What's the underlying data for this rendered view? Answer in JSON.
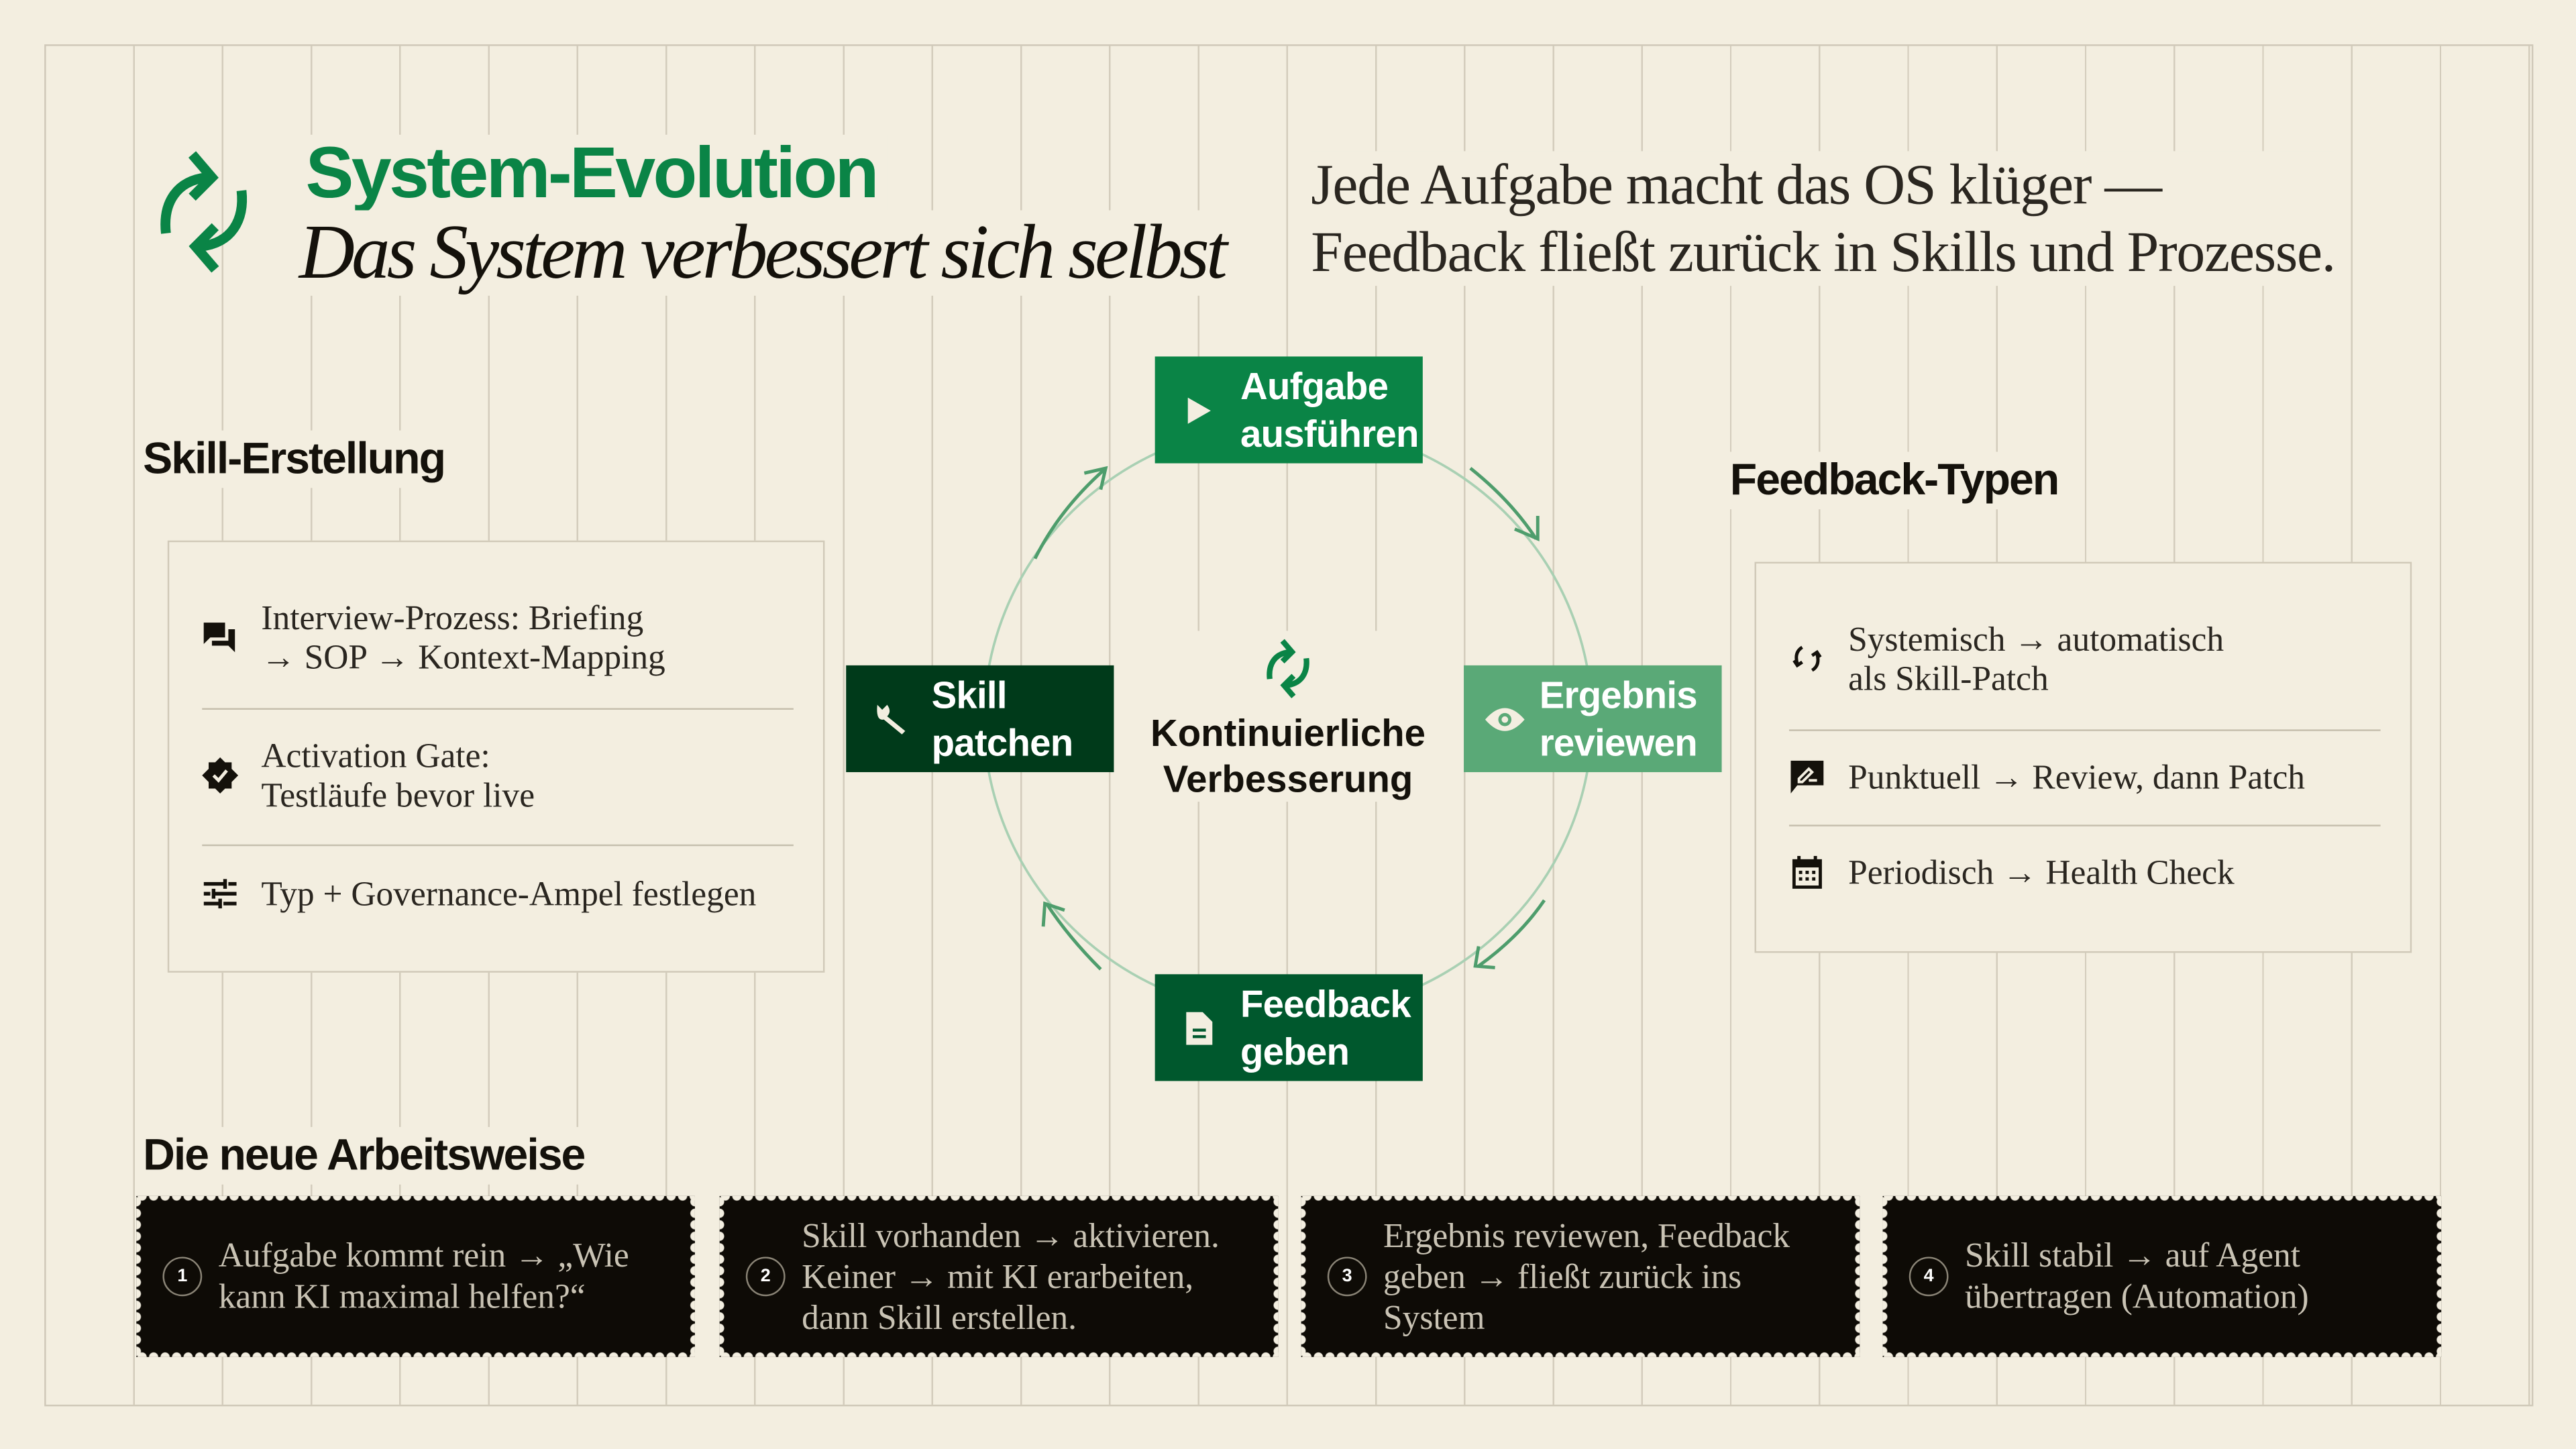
{
  "header": {
    "title": "System-Evolution",
    "subtitle": "Das System verbessert sich selbst",
    "quote_line1": "Jede Aufgabe macht das OS klüger —",
    "quote_line2": "Feedback fließt zurück in Skills und Prozesse.",
    "icon": "refresh-icon"
  },
  "skill_creation": {
    "heading": "Skill-Erstellung",
    "items": [
      {
        "icon": "forum-icon",
        "line1": "Interview-Prozess: Briefing",
        "line2": "→ SOP → Kontext-Mapping"
      },
      {
        "icon": "verified-icon",
        "line1": "Activation Gate:",
        "line2": "Testläufe bevor live"
      },
      {
        "icon": "tune-icon",
        "line1": "Typ + Governance-Ampel festlegen"
      }
    ]
  },
  "cycle": {
    "center_label1": "Kontinuierliche",
    "center_label2": "Verbesserung",
    "nodes": [
      {
        "line1": "Aufgabe",
        "line2": "ausführen",
        "icon": "play-icon",
        "color": "#0a8446"
      },
      {
        "line1": "Ergebnis",
        "line2": "reviewen",
        "icon": "eye-icon",
        "color": "#5aa977"
      },
      {
        "line1": "Feedback",
        "line2": "geben",
        "icon": "document-icon",
        "color": "#00582d"
      },
      {
        "line1": "Skill",
        "line2": "patchen",
        "icon": "wrench-icon",
        "color": "#003a1a"
      }
    ]
  },
  "feedback_types": {
    "heading": "Feedback-Typen",
    "items": [
      {
        "icon": "sync-icon",
        "line1": "Systemisch → automatisch",
        "line2": "als Skill-Patch"
      },
      {
        "icon": "rate-review-icon",
        "line1": "Punktuell → Review, dann Patch"
      },
      {
        "icon": "calendar-icon",
        "line1": "Periodisch → Health Check"
      }
    ]
  },
  "workflow": {
    "heading": "Die neue Arbeitsweise",
    "steps": [
      {
        "num": "1",
        "line1": "Aufgabe kommt rein → „Wie",
        "line2": "kann KI maximal helfen?“"
      },
      {
        "num": "2",
        "line1": "Skill vorhanden → aktivieren.",
        "line2": "Keiner → mit KI erarbeiten,",
        "line3": "dann Skill erstellen."
      },
      {
        "num": "3",
        "line1": "Ergebnis reviewen, Feedback",
        "line2": "geben → fließt zurück ins",
        "line3": "System"
      },
      {
        "num": "4",
        "line1": "Skill stabil → auf Agent",
        "line2": "übertragen (Automation)"
      }
    ]
  }
}
